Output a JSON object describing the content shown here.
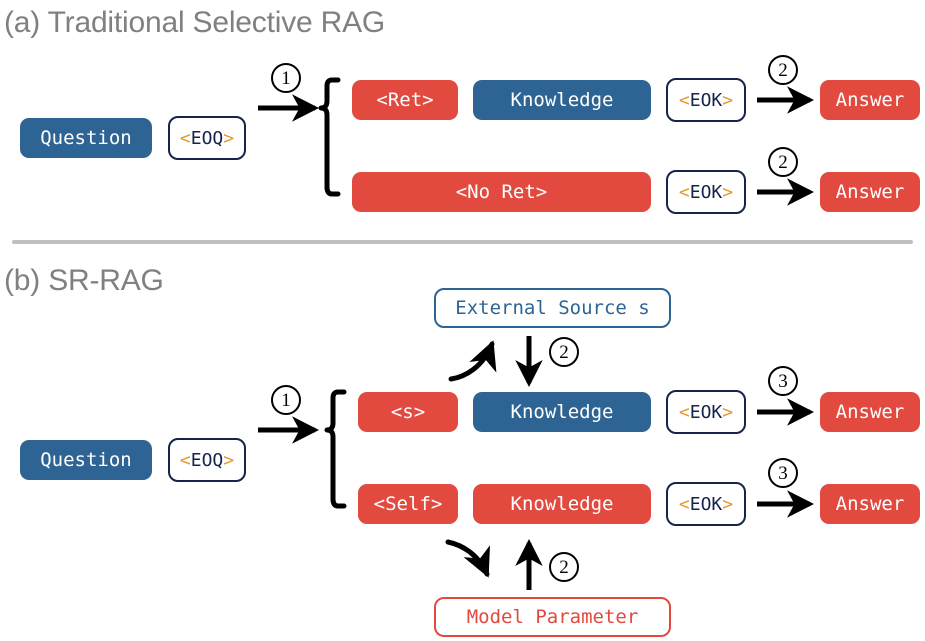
{
  "panels": [
    {
      "id": "a",
      "title": "(a) Traditional Selective RAG",
      "question": "Question",
      "eoq": "<EOQ>",
      "step1": "1",
      "rows": [
        {
          "tokens": [
            "<Ret>",
            "Knowledge"
          ],
          "eok": "<EOK>",
          "step": "2",
          "answer": "Answer"
        },
        {
          "tokens": [
            "<No Ret>"
          ],
          "eok": "<EOK>",
          "step": "2",
          "answer": "Answer"
        }
      ]
    },
    {
      "id": "b",
      "title": "(b) SR-RAG",
      "question": "Question",
      "eoq": "<EOQ>",
      "step1": "1",
      "external_source": "External Source s",
      "model_parameter": "Model Parameter",
      "step_external": "2",
      "step_internal": "2",
      "rows": [
        {
          "tokens": [
            "<s>",
            "Knowledge"
          ],
          "eok": "<EOK>",
          "step": "3",
          "answer": "Answer"
        },
        {
          "tokens": [
            "<Self>",
            "Knowledge"
          ],
          "eok": "<EOK>",
          "step": "3",
          "answer": "Answer"
        }
      ]
    }
  ],
  "colors": {
    "blue": "#2E6494",
    "red": "#E2493F",
    "navy": "#14244a",
    "orange": "#E8982B",
    "title_gray": "#808080",
    "divider_gray": "#bfbfbf"
  },
  "icons": {
    "arrow_right": "straight-arrow-right",
    "arrow_down": "straight-arrow-down",
    "arrow_up": "straight-arrow-up",
    "curve_up_right": "curved-arrow-up-right",
    "curve_down_right": "curved-arrow-down-right",
    "brace": "curly-brace-right"
  }
}
